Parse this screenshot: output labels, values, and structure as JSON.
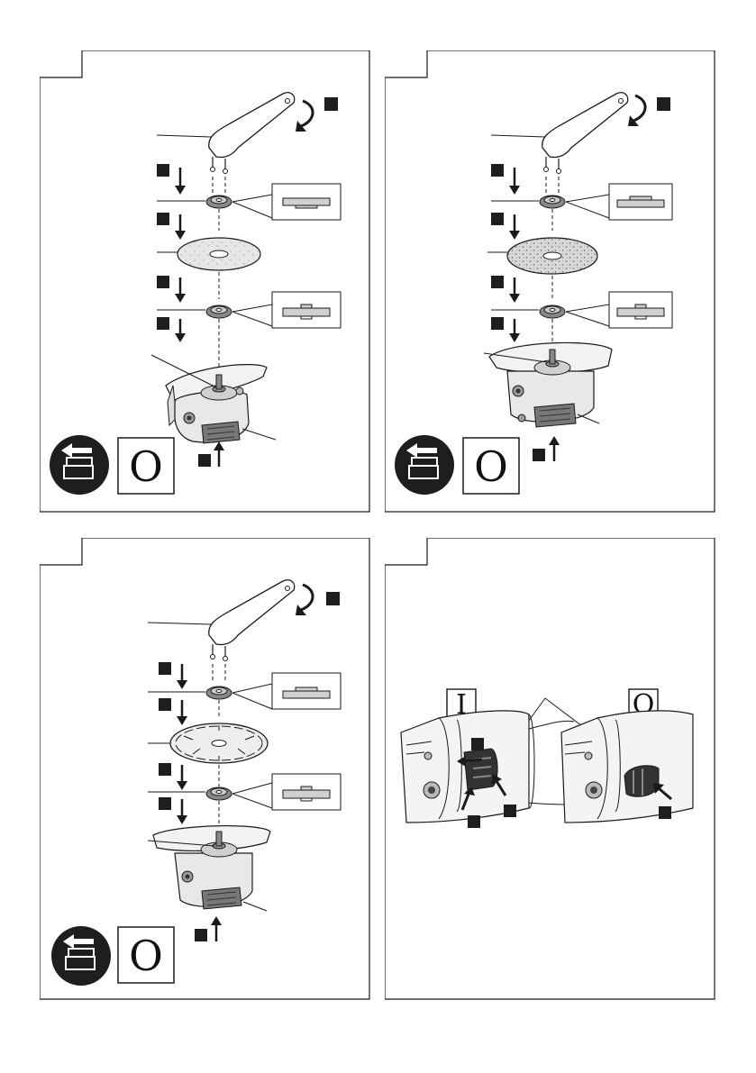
{
  "panels": [
    {
      "id": "panel-1",
      "mode_label": "O"
    },
    {
      "id": "panel-2",
      "mode_label": "O"
    },
    {
      "id": "panel-3",
      "mode_label": "O"
    },
    {
      "id": "panel-4",
      "on_label": "I",
      "off_label": "O"
    }
  ],
  "icons": {
    "battery_remove": "battery-remove-icon",
    "rotate_arrow": "rotate-arrow-icon",
    "down_arrow": "down-arrow-icon",
    "up_arrow": "up-arrow-icon"
  },
  "colors": {
    "line": "#1a1a1a",
    "fill_dark": "#1e1e1e",
    "fill_gray": "#bdbdbd",
    "background": "#ffffff"
  }
}
